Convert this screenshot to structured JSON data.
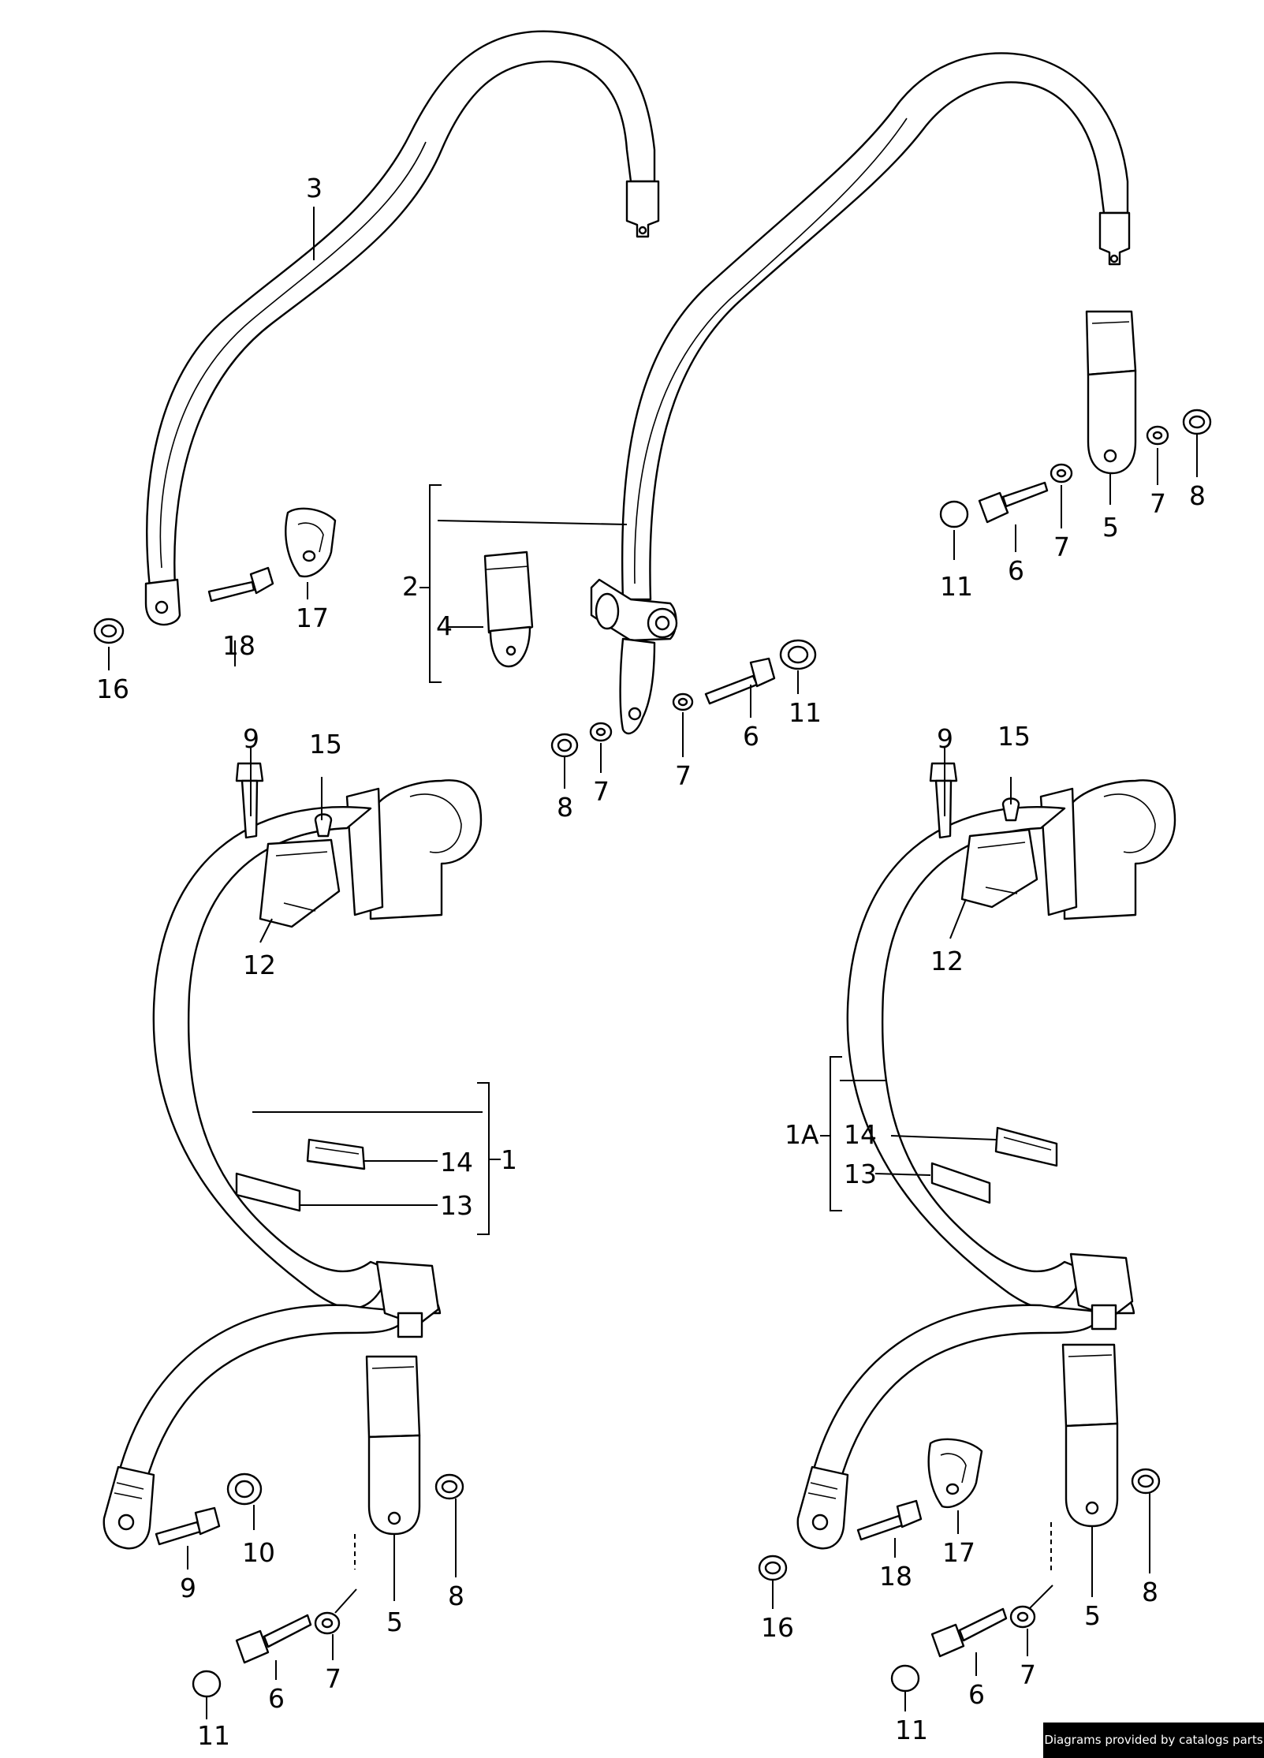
{
  "diagram": {
    "callouts": {
      "c1": "1",
      "c1a": "1A",
      "c2": "2",
      "c3": "3",
      "c4": "4",
      "c5": "5",
      "c6": "6",
      "c7": "7",
      "c8": "8",
      "c9": "9",
      "c10": "10",
      "c11": "11",
      "c12": "12",
      "c13": "13",
      "c14": "14",
      "c15": "15",
      "c16": "16",
      "c17": "17",
      "c18": "18"
    }
  },
  "footer": {
    "credit": "Diagrams provided by catalogs parts"
  }
}
